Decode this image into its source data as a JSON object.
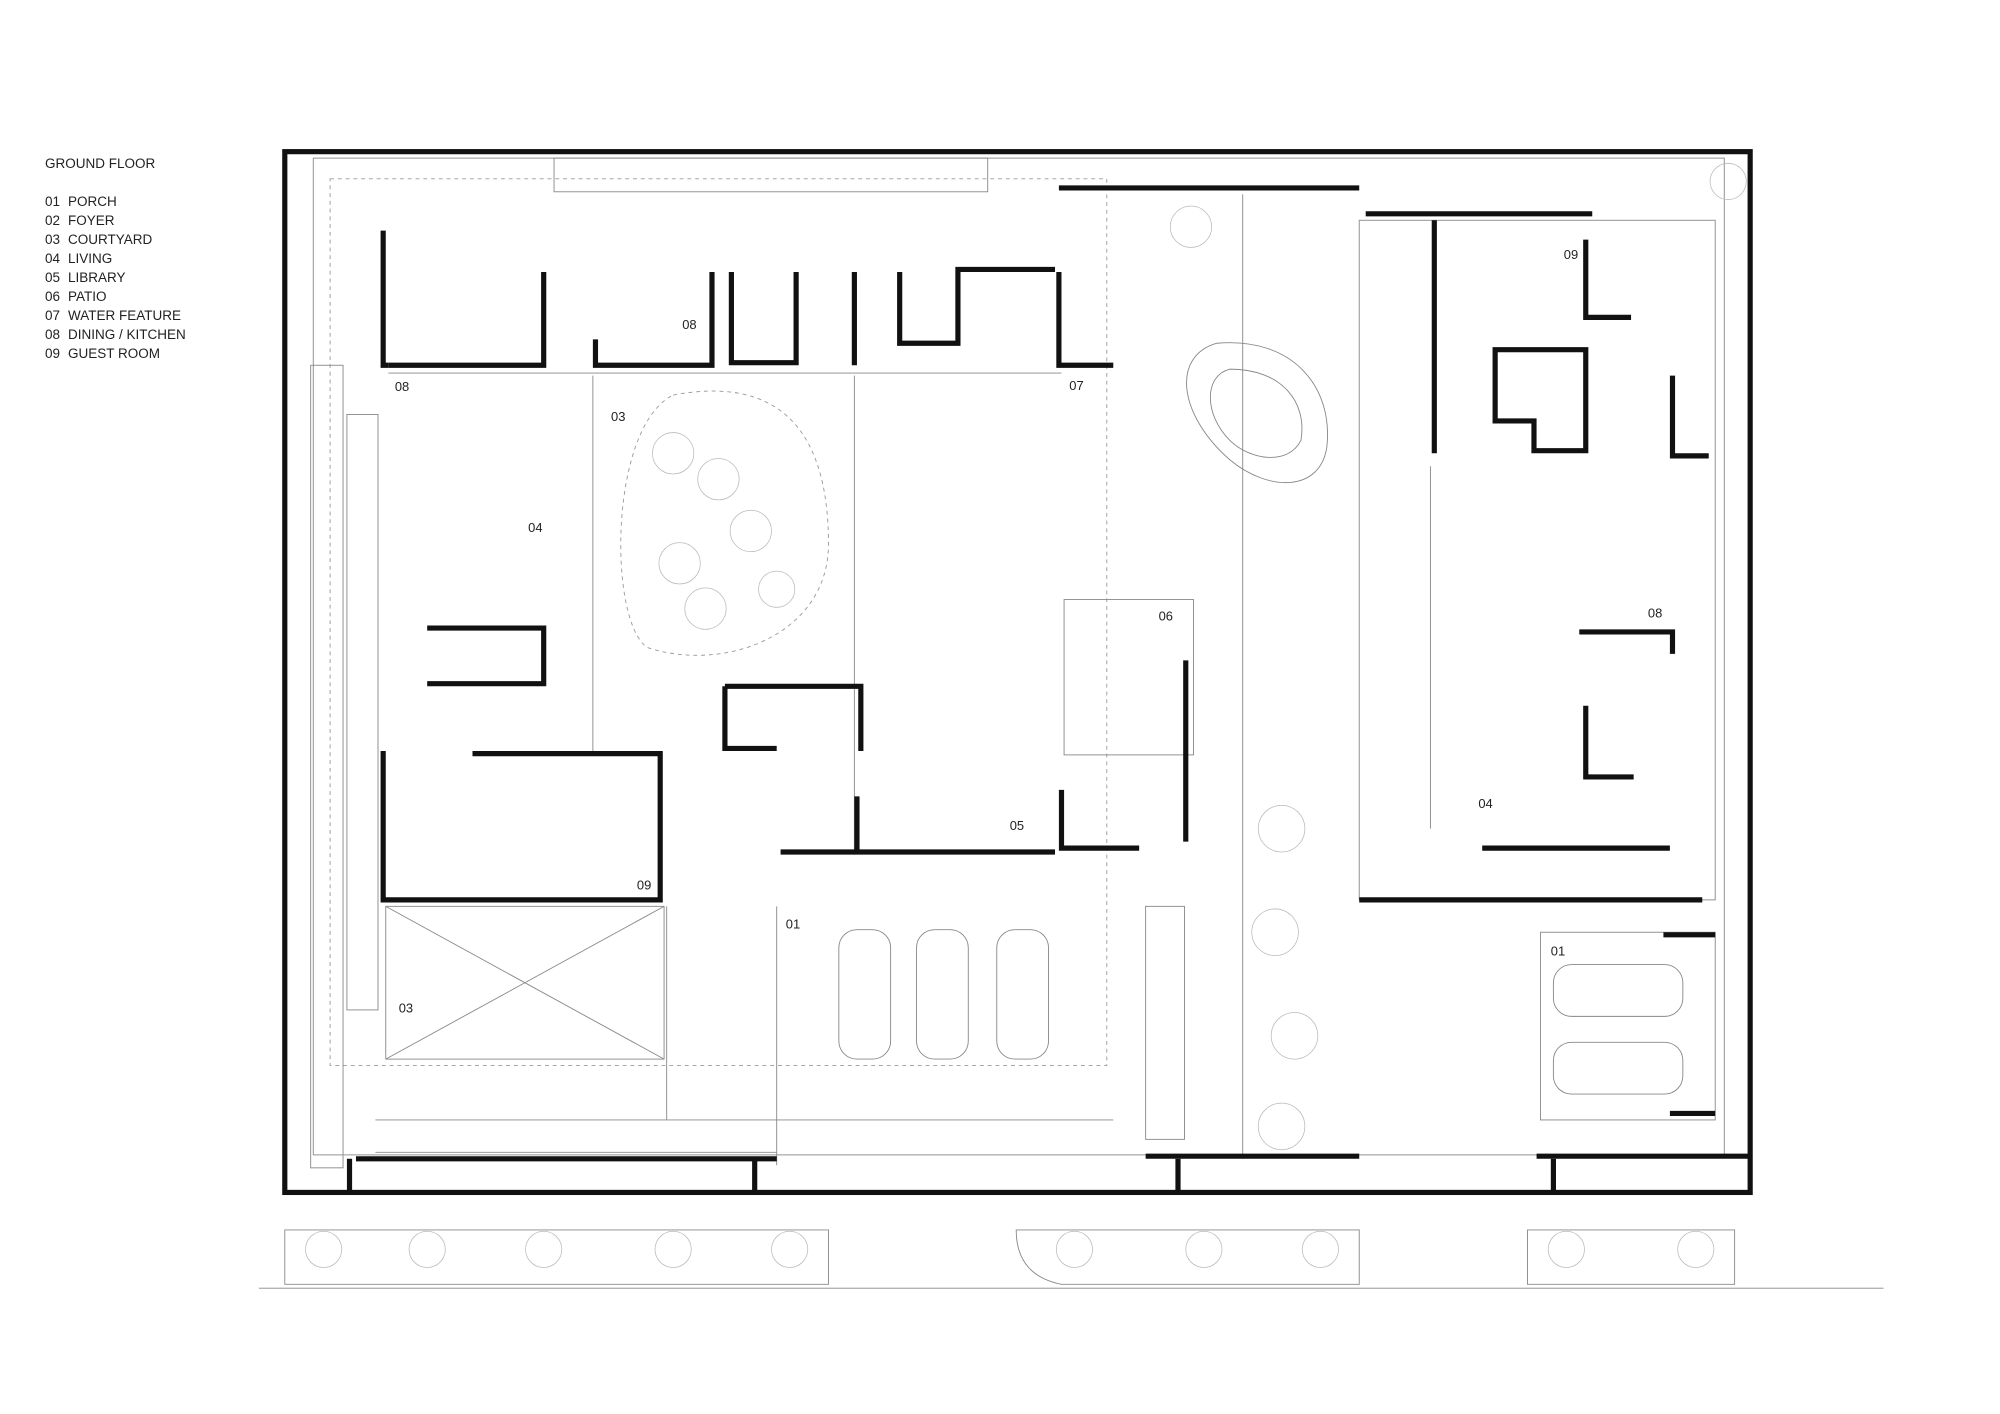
{
  "legend": {
    "title": "GROUND FLOOR",
    "items": [
      {
        "code": "01",
        "label": "PORCH"
      },
      {
        "code": "02",
        "label": "FOYER"
      },
      {
        "code": "03",
        "label": "COURTYARD"
      },
      {
        "code": "04",
        "label": "LIVING"
      },
      {
        "code": "05",
        "label": "LIBRARY"
      },
      {
        "code": "06",
        "label": "PATIO"
      },
      {
        "code": "07",
        "label": "WATER FEATURE"
      },
      {
        "code": "08",
        "label": "DINING / KITCHEN"
      },
      {
        "code": "09",
        "label": "GUEST ROOM"
      }
    ]
  },
  "plan_labels": [
    "08",
    "03",
    "04",
    "07",
    "08",
    "09",
    "08",
    "04",
    "06",
    "05",
    "09",
    "01",
    "03",
    "01"
  ]
}
